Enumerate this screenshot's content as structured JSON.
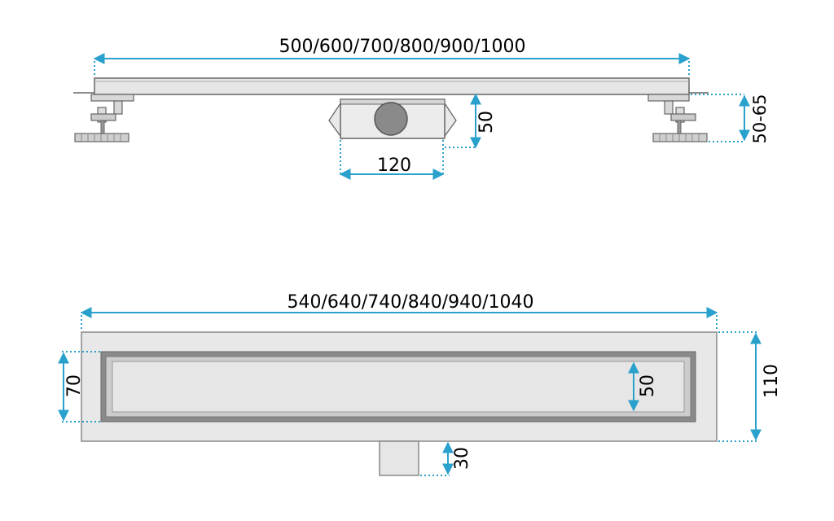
{
  "colors": {
    "dimension_line": "#2aa1cc",
    "steel_light": "#eeeeee",
    "steel_mid": "#cccccc",
    "steel_dark": "#8a8a8a",
    "outline": "#666666"
  },
  "top_view": {
    "length_label": "500/600/700/800/900/1000",
    "outlet_width_label": "120",
    "outlet_height_label": "50",
    "foot_height_label": "50-65"
  },
  "bottom_view": {
    "length_label": "540/640/740/840/940/1040",
    "inner_height_label": "70",
    "grate_height_label": "50",
    "total_height_label": "110",
    "outlet_depth_label": "30"
  }
}
